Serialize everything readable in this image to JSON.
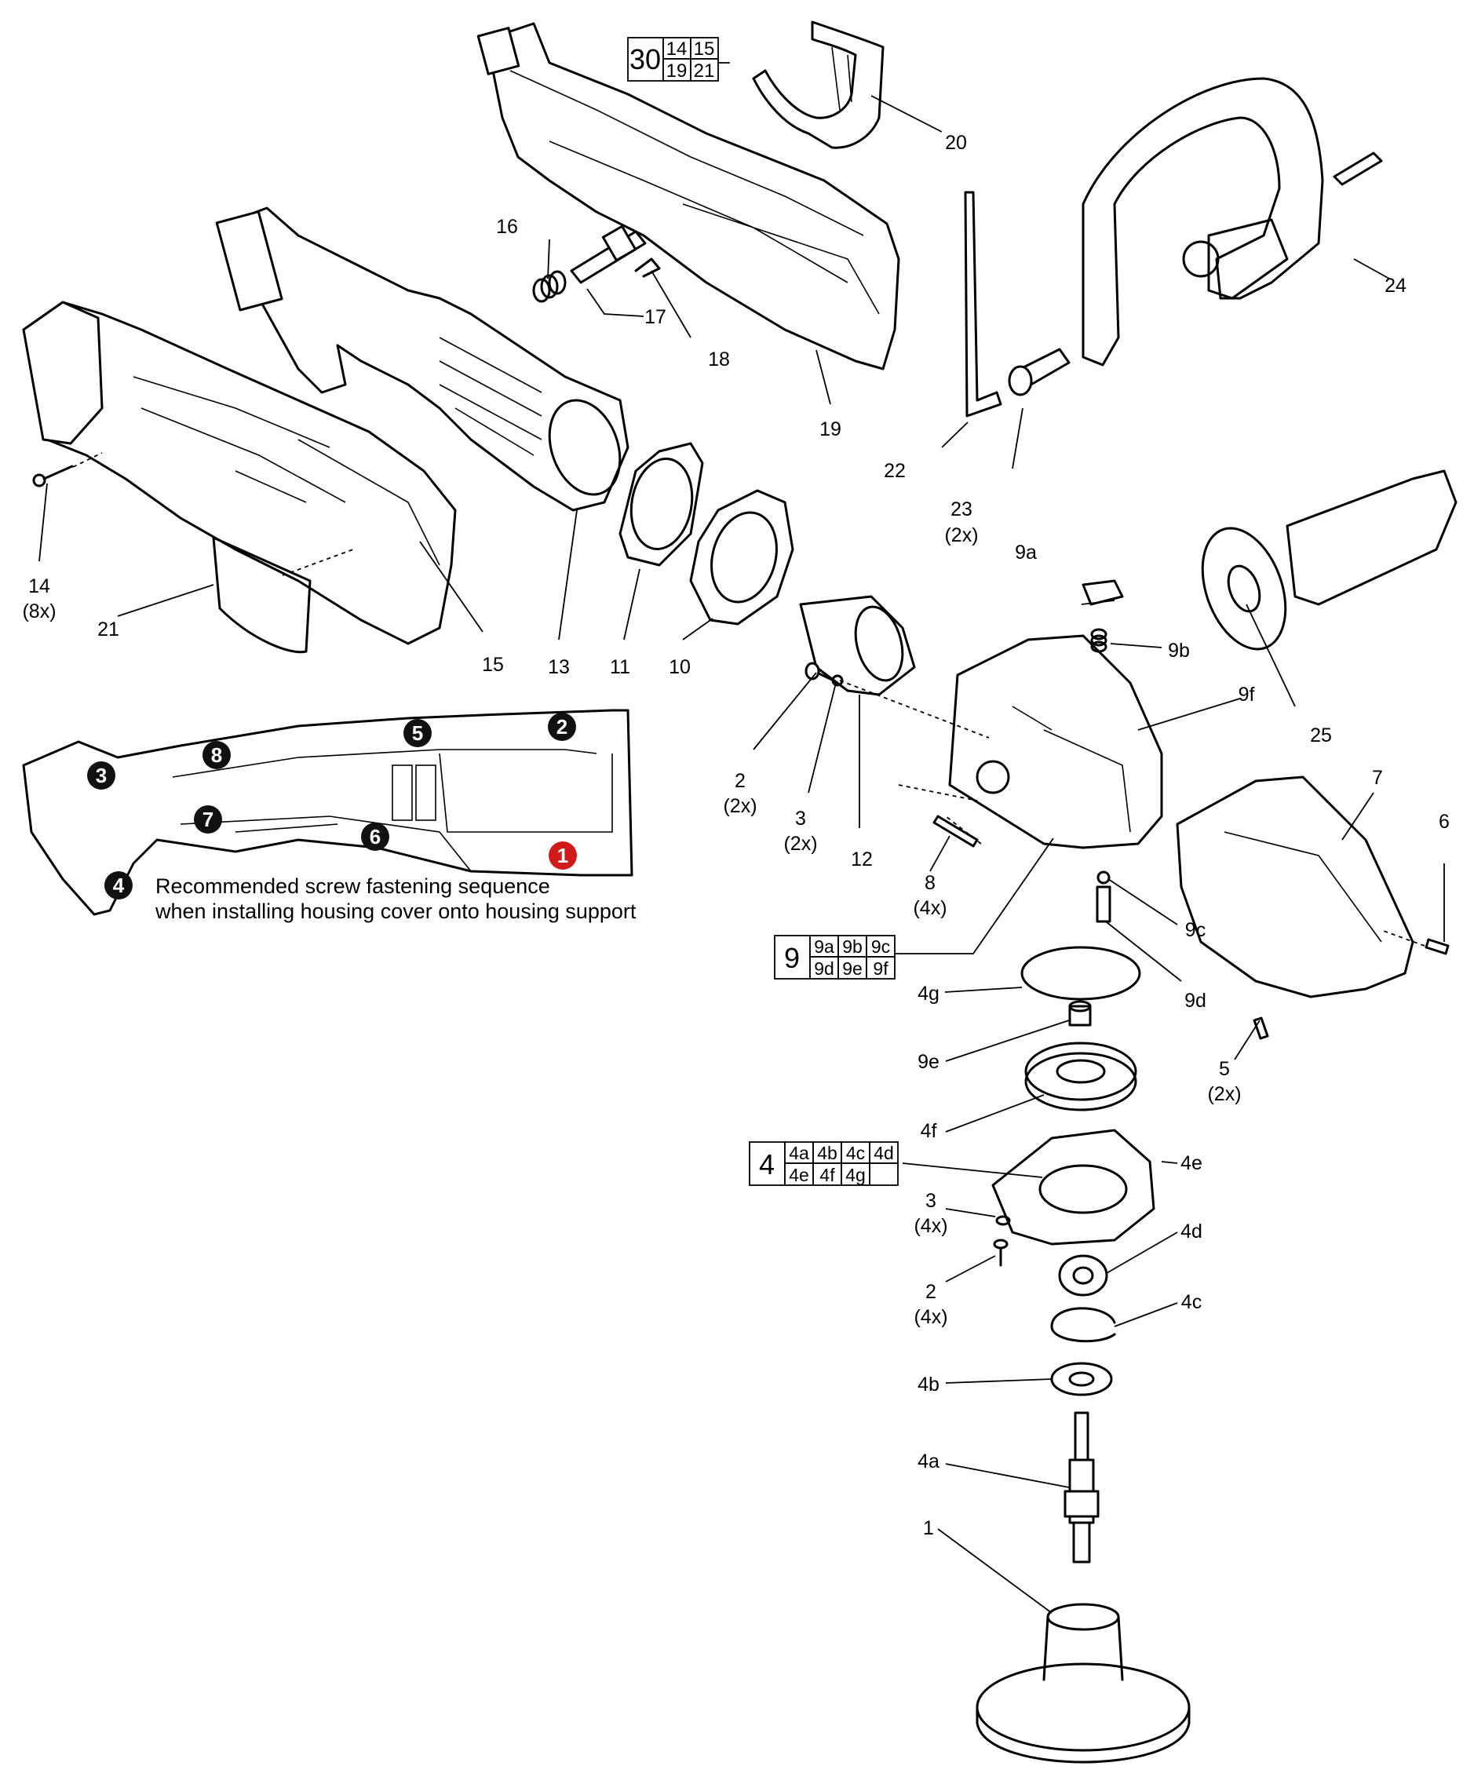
{
  "callouts": {
    "c1": "1",
    "c2a": "2",
    "c2a_q": "(2x)",
    "c2b": "2",
    "c2b_q": "(4x)",
    "c3a": "3",
    "c3a_q": "(2x)",
    "c3b": "3",
    "c3b_q": "(4x)",
    "c4a": "4a",
    "c4b": "4b",
    "c4c": "4c",
    "c4d": "4d",
    "c4e": "4e",
    "c4f": "4f",
    "c4g": "4g",
    "c5": "5",
    "c5_q": "(2x)",
    "c6": "6",
    "c7": "7",
    "c8": "8",
    "c8_q": "(4x)",
    "c9a": "9a",
    "c9b": "9b",
    "c9c": "9c",
    "c9d": "9d",
    "c9e": "9e",
    "c9f": "9f",
    "c10": "10",
    "c11": "11",
    "c12": "12",
    "c13": "13",
    "c14": "14",
    "c14_q": "(8x)",
    "c15": "15",
    "c16": "16",
    "c17": "17",
    "c18": "18",
    "c19": "19",
    "c20": "20",
    "c21": "21",
    "c22": "22",
    "c23": "23",
    "c23_q": "(2x)",
    "c24": "24",
    "c25": "25"
  },
  "assemblies": {
    "a30": {
      "main": "30",
      "subs": [
        "14",
        "15",
        "19",
        "21"
      ]
    },
    "a9": {
      "main": "9",
      "subs": [
        "9a",
        "9b",
        "9c",
        "9d",
        "9e",
        "9f"
      ]
    },
    "a4": {
      "main": "4",
      "subs": [
        "4a",
        "4b",
        "4c",
        "4d",
        "4e",
        "4f",
        "4g",
        ""
      ]
    }
  },
  "sequence": {
    "steps": [
      "1",
      "2",
      "3",
      "4",
      "5",
      "6",
      "7",
      "8"
    ],
    "note_line1": "Recommended screw fastening sequence",
    "note_line2": "when installing housing cover onto housing support",
    "first_step_color": "#d11a1a",
    "step_color": "#111111"
  }
}
